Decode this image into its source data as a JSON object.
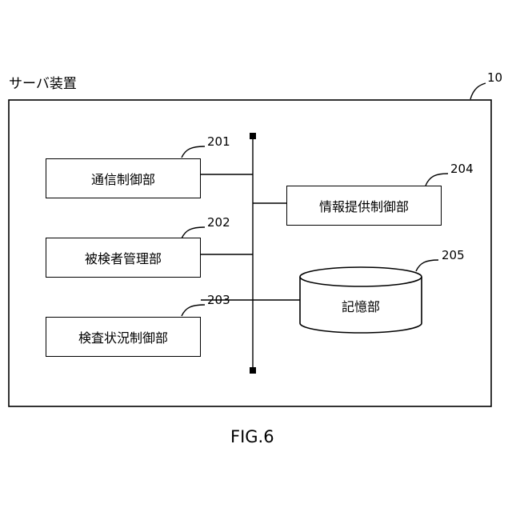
{
  "device_label": "サーバ装置",
  "device_ref": "10",
  "figure_caption": "FIG.6",
  "blocks": [
    {
      "ref": "201",
      "label": "通信制御部"
    },
    {
      "ref": "202",
      "label": "被検者管理部"
    },
    {
      "ref": "203",
      "label": "検査状況制御部"
    },
    {
      "ref": "204",
      "label": "情報提供制御部"
    },
    {
      "ref": "205",
      "label": "記憶部"
    }
  ]
}
